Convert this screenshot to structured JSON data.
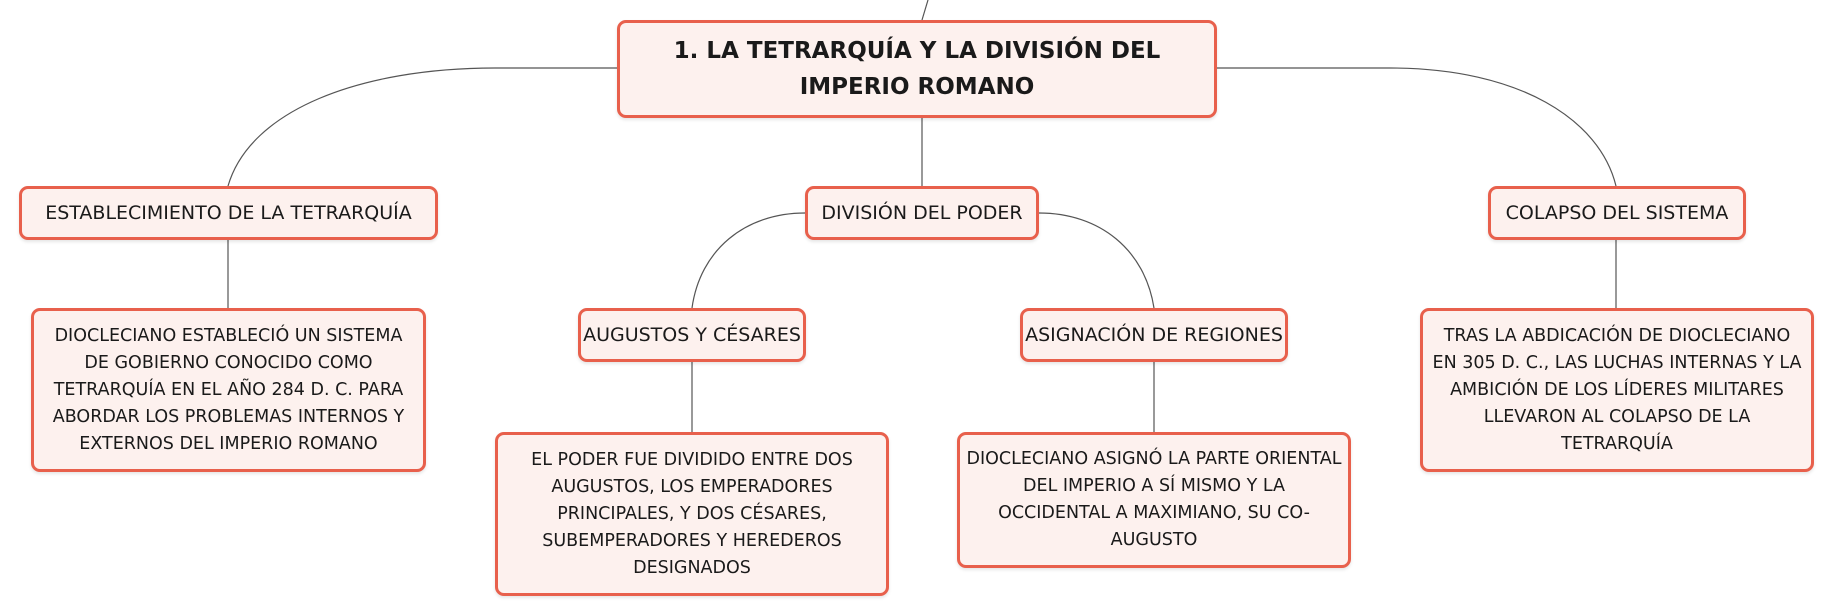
{
  "root": {
    "label": "1. LA TETRARQUÍA Y LA DIVISIÓN DEL IMPERIO ROMANO"
  },
  "topics": {
    "establecimiento": {
      "label": "ESTABLECIMIENTO DE LA TETRARQUÍA",
      "detail": "DIOCLECIANO ESTABLECIÓ UN SISTEMA DE GOBIERNO CONOCIDO COMO TETRARQUÍA EN EL AÑO 284 D. C. PARA ABORDAR LOS PROBLEMAS INTERNOS Y EXTERNOS DEL IMPERIO ROMANO"
    },
    "division": {
      "label": "DIVISIÓN DEL PODER",
      "augustos": {
        "label": "AUGUSTOS Y CÉSARES",
        "detail": "EL PODER FUE DIVIDIDO ENTRE DOS AUGUSTOS, LOS EMPERADORES PRINCIPALES, Y DOS CÉSARES, SUBEMPERADORES Y HEREDEROS DESIGNADOS"
      },
      "asignacion": {
        "label": "ASIGNACIÓN DE REGIONES",
        "detail": "DIOCLECIANO ASIGNÓ LA PARTE ORIENTAL DEL IMPERIO A SÍ MISMO Y LA OCCIDENTAL A MAXIMIANO, SU CO-AUGUSTO"
      }
    },
    "colapso": {
      "label": "COLAPSO DEL SISTEMA",
      "detail": "TRAS LA ABDICACIÓN DE DIOCLECIANO EN 305 D. C., LAS LUCHAS INTERNAS Y LA AMBICIÓN DE LOS LÍDERES MILITARES LLEVARON AL COLAPSO DE LA TETRARQUÍA"
    }
  },
  "colors": {
    "border": "#e8604c",
    "fill": "#fdf1ee",
    "connector": "#555555"
  }
}
